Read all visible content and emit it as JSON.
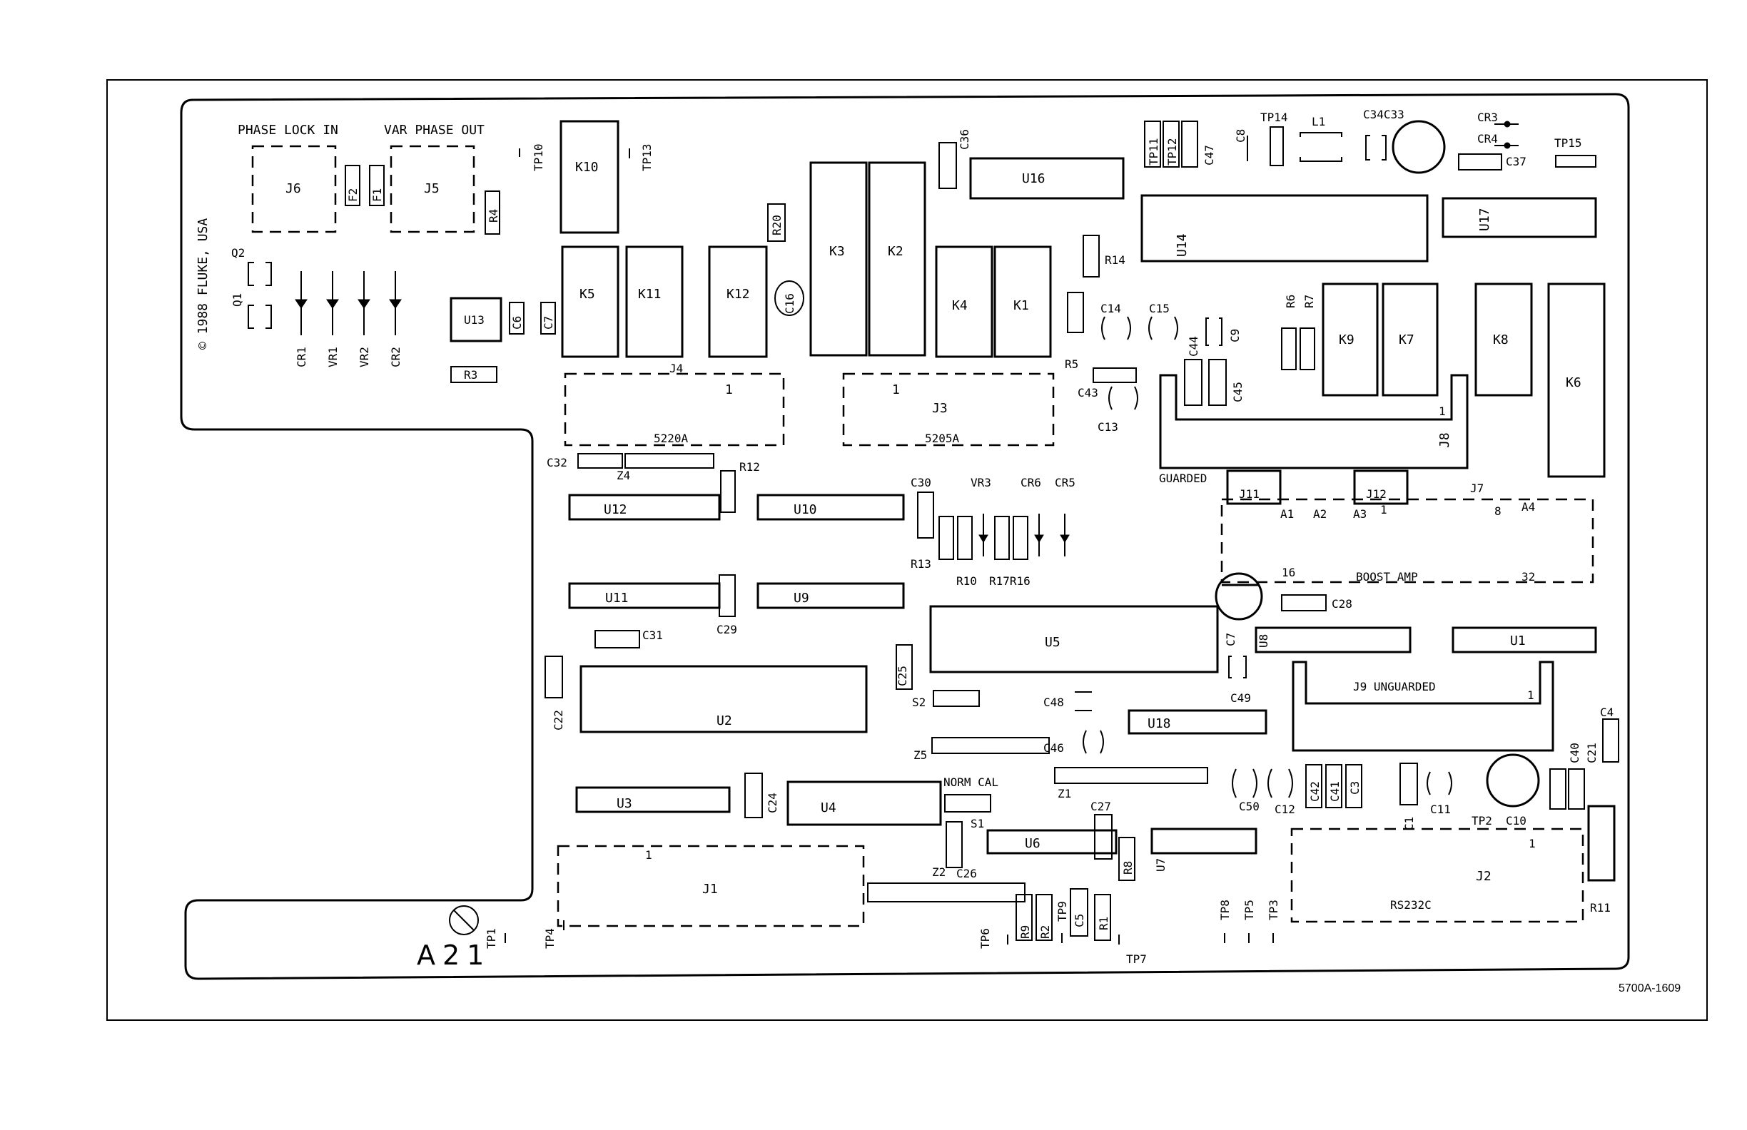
{
  "figure_id": "5700A-1609",
  "board": {
    "assembly": "A21",
    "copyright": "© 1988 FLUKE, USA"
  },
  "connectors": {
    "phase_lock_in": "PHASE LOCK IN",
    "var_phase_out": "VAR PHASE OUT",
    "j1": "J1",
    "j2": "J2",
    "j3": "J3",
    "j4": "J4",
    "j5": "J5",
    "j6": "J6",
    "j7": "J7",
    "j8": "J8",
    "j9": "J9 UNGUARDED",
    "j11": "J11",
    "j12": "J12",
    "j4_name": "5220A",
    "j3_name": "5205A",
    "j2_name": "RS232C",
    "boost_amp": "BOOST AMP",
    "guarded": "GUARDED",
    "norm_cal": "NORM CAL",
    "pin1": "1",
    "pin8": "8",
    "pin16": "16",
    "pin32": "32",
    "a1": "A1",
    "a2": "A2",
    "a3": "A3",
    "a4": "A4"
  },
  "ics": {
    "u1": "U1",
    "u2": "U2",
    "u3": "U3",
    "u4": "U4",
    "u5": "U5",
    "u6": "U6",
    "u7": "U7",
    "u8": "U8",
    "u9": "U9",
    "u10": "U10",
    "u11": "U11",
    "u12": "U12",
    "u13": "U13",
    "u14": "U14",
    "u16": "U16",
    "u17": "U17",
    "u18": "U18"
  },
  "relays": {
    "k1": "K1",
    "k2": "K2",
    "k3": "K3",
    "k4": "K4",
    "k5": "K5",
    "k6": "K6",
    "k7": "K7",
    "k8": "K8",
    "k9": "K9",
    "k10": "K10",
    "k11": "K11",
    "k12": "K12"
  },
  "resistors": {
    "r1": "R1",
    "r2": "R2",
    "r3": "R3",
    "r4": "R4",
    "r5": "R5",
    "r6": "R6",
    "r7": "R7",
    "r8": "R8",
    "r9": "R9",
    "r10": "R10",
    "r11": "R11",
    "r12": "R12",
    "r13": "R13",
    "r14": "R14",
    "r17r16": "R17R16",
    "r20": "R20"
  },
  "capacitors": {
    "c1": "C1",
    "c3": "C3",
    "c4": "C4",
    "c5": "C5",
    "c6": "C6",
    "c7": "C7",
    "c7b": "C7",
    "c8": "C8",
    "c9": "C9",
    "c10": "C10",
    "c11": "C11",
    "c12": "C12",
    "c13": "C13",
    "c14": "C14",
    "c15": "C15",
    "c16": "C16",
    "c21": "C21",
    "c22": "C22",
    "c24": "C24",
    "c25": "C25",
    "c26": "C26",
    "c27": "C27",
    "c28": "C28",
    "c29": "C29",
    "c30": "C30",
    "c31": "C31",
    "c32": "C32",
    "c34c33": "C34C33",
    "c36": "C36",
    "c37": "C37",
    "c40": "C40",
    "c41": "C41",
    "c42": "C42",
    "c43": "C43",
    "c44": "C44",
    "c45": "C45",
    "c46": "C46",
    "c47": "C47",
    "c48": "C48",
    "c49": "C49",
    "c50": "C50"
  },
  "diodes": {
    "cr1": "CR1",
    "cr2": "CR2",
    "cr3": "CR3",
    "cr4": "CR4",
    "cr5": "CR5",
    "cr6": "CR6",
    "vr1": "VR1",
    "vr2": "VR2",
    "vr3": "VR3"
  },
  "misc": {
    "f1": "F1",
    "f2": "F2",
    "l1": "L1",
    "q1": "Q1",
    "q2": "Q2",
    "s1": "S1",
    "s2": "S2",
    "z1": "Z1",
    "z2": "Z2",
    "z4": "Z4",
    "z5": "Z5"
  },
  "test_points": {
    "tp1": "TP1",
    "tp2": "TP2",
    "tp3": "TP3",
    "tp4": "TP4",
    "tp5": "TP5",
    "tp6": "TP6",
    "tp7": "TP7",
    "tp8": "TP8",
    "tp9": "TP9",
    "tp10": "TP10",
    "tp11": "TP11",
    "tp12": "TP12",
    "tp13": "TP13",
    "tp14": "TP14",
    "tp15": "TP15"
  }
}
